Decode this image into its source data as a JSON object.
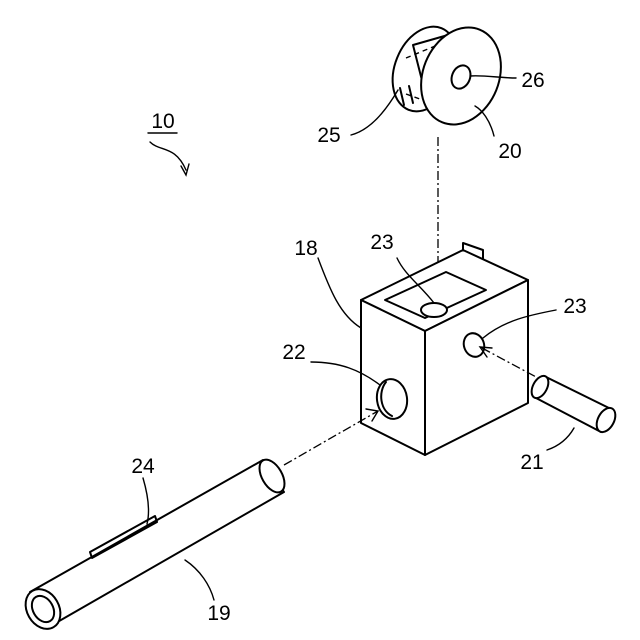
{
  "labels": {
    "assembly": "10",
    "tube": "19",
    "pulley": "20",
    "pin": "21",
    "block": "18",
    "block_bore": "22",
    "pin_hole_top": "23",
    "pin_hole_side": "23",
    "slot": "24",
    "groove": "25",
    "axle_hole": "26"
  }
}
